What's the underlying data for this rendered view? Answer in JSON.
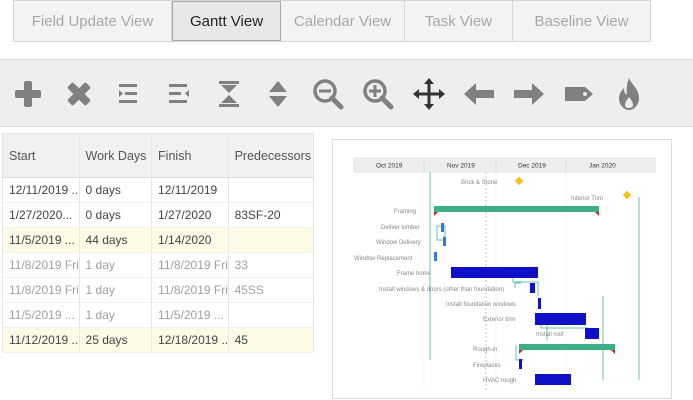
{
  "tabs": [
    {
      "label": "Field Update View",
      "active": false
    },
    {
      "label": "Gantt View",
      "active": true
    },
    {
      "label": "Calendar View",
      "active": false
    },
    {
      "label": "Task View",
      "active": false
    },
    {
      "label": "Baseline View",
      "active": false
    }
  ],
  "toolbar": {
    "icons": [
      "add-icon",
      "delete-icon",
      "indent-icon",
      "outdent-icon",
      "collapse-icon",
      "expand-icon",
      "zoom-out-icon",
      "zoom-in-icon",
      "move-icon",
      "arrow-left-icon",
      "arrow-right-icon",
      "tag-icon",
      "fire-icon"
    ]
  },
  "grid": {
    "headers": [
      "Start",
      "Work Days",
      "Finish",
      "Predecessors"
    ],
    "rows": [
      {
        "cells": [
          "12/11/2019 ...",
          "0 days",
          "12/11/2019",
          ""
        ],
        "style": "normal"
      },
      {
        "cells": [
          "1/27/2020...",
          "0 days",
          "1/27/2020",
          "83SF-20"
        ],
        "style": "normal"
      },
      {
        "cells": [
          "11/5/2019 ...",
          "44 days",
          "1/14/2020",
          ""
        ],
        "style": "highlight"
      },
      {
        "cells": [
          "11/8/2019 Fri",
          "1 day",
          "11/8/2019 Fri",
          "33"
        ],
        "style": "dim"
      },
      {
        "cells": [
          "11/8/2019 Fri",
          "1 day",
          "11/8/2019 Fri",
          "45SS"
        ],
        "style": "dim"
      },
      {
        "cells": [
          "11/5/2019 ...",
          "1 day",
          "11/5/2019 ...",
          ""
        ],
        "style": "dim"
      },
      {
        "cells": [
          "11/12/2019 ...",
          "25 days",
          "12/18/2019 ...",
          "45"
        ],
        "style": "highlight"
      }
    ]
  },
  "gantt": {
    "months": [
      "Oct 2019",
      "Nov 2019",
      "Dec 2019",
      "Jan 2020"
    ],
    "colors": {
      "summary": "#3dae85",
      "task": "#1010c8",
      "milestone": "#f5c21b",
      "link": "#2fa89a",
      "accent": "#3477e0"
    },
    "tasks": [
      {
        "label": "Brick & Stone"
      },
      {
        "label": "Interior Trim"
      },
      {
        "label": "Framing"
      },
      {
        "label": "Deliver lumber"
      },
      {
        "label": "Window Delivery"
      },
      {
        "label": "Window Replacement"
      },
      {
        "label": "Frame home"
      },
      {
        "label": "Install windows & doors (other than foundation)"
      },
      {
        "label": "Install foundation windows"
      },
      {
        "label": "Exterior trim"
      },
      {
        "label": "Install roof"
      },
      {
        "label": "Rough-in"
      },
      {
        "label": "Fireplaces"
      },
      {
        "label": "HVAC rough"
      }
    ]
  }
}
